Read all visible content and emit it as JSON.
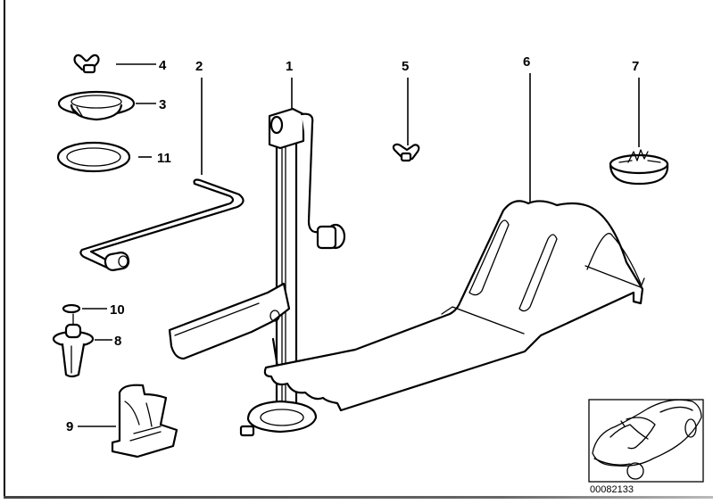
{
  "diagram": {
    "title": "Tool kit / car jack parts diagram",
    "callouts": [
      {
        "id": "1",
        "label": "1",
        "part": "car-jack"
      },
      {
        "id": "2",
        "label": "2",
        "part": "wheel-wrench"
      },
      {
        "id": "3",
        "label": "3",
        "part": "holder-cup"
      },
      {
        "id": "4",
        "label": "4",
        "part": "wing-nut"
      },
      {
        "id": "5",
        "label": "5",
        "part": "wing-nut"
      },
      {
        "id": "6",
        "label": "6",
        "part": "wheel-chock"
      },
      {
        "id": "7",
        "label": "7",
        "part": "spare-wheel-holder"
      },
      {
        "id": "8",
        "label": "8",
        "part": "expanding-rivet"
      },
      {
        "id": "9",
        "label": "9",
        "part": "clip"
      },
      {
        "id": "10",
        "label": "10",
        "part": "washer"
      },
      {
        "id": "11",
        "label": "11",
        "part": "sealing-ring"
      }
    ],
    "thumbnail": {
      "caption": "00082133"
    }
  }
}
